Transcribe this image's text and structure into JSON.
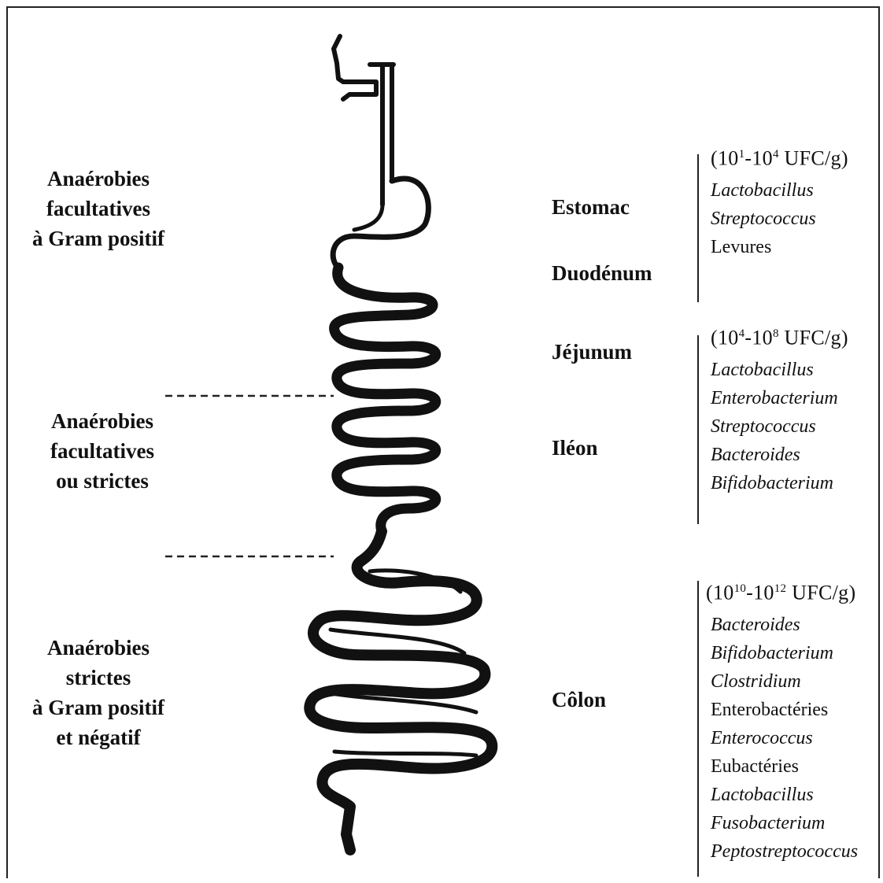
{
  "zones": [
    {
      "lines": [
        "Anaérobies",
        "facultatives",
        "à Gram positif"
      ]
    },
    {
      "lines": [
        "Anaérobies",
        "facultatives",
        "ou strictes"
      ]
    },
    {
      "lines": [
        "Anaérobies",
        "strictes",
        "à Gram positif",
        "et négatif"
      ]
    }
  ],
  "organs": {
    "estomac": "Estomac",
    "duodenum": "Duodénum",
    "jejunum": "Jéjunum",
    "ileon": "Iléon",
    "colon": "Côlon"
  },
  "flora": [
    {
      "count_open": "(10",
      "count_exp1": "1",
      "count_mid": "-10",
      "count_exp2": "4",
      "count_close": " UFC/g)",
      "species": [
        {
          "name": "Lactobacillus",
          "italic": true
        },
        {
          "name": "Streptococcus",
          "italic": true
        },
        {
          "name": "Levures",
          "italic": false
        }
      ]
    },
    {
      "count_open": "(10",
      "count_exp1": "4",
      "count_mid": "-10",
      "count_exp2": "8",
      "count_close": " UFC/g)",
      "species": [
        {
          "name": "Lactobacillus",
          "italic": true
        },
        {
          "name": "Enterobacterium",
          "italic": true
        },
        {
          "name": "Streptococcus",
          "italic": true
        },
        {
          "name": "Bacteroides",
          "italic": true
        },
        {
          "name": "Bifidobacterium",
          "italic": true
        }
      ]
    },
    {
      "count_open": "(10",
      "count_exp1": "10",
      "count_mid": "-10",
      "count_exp2": "12",
      "count_close": " UFC/g)",
      "species": [
        {
          "name": "Bacteroides",
          "italic": true
        },
        {
          "name": "Bifidobacterium",
          "italic": true
        },
        {
          "name": "Clostridium",
          "italic": true
        },
        {
          "name": "Enterobactéries",
          "italic": false
        },
        {
          "name": "Enterococcus",
          "italic": true
        },
        {
          "name": "Eubactéries",
          "italic": false
        },
        {
          "name": "Lactobacillus",
          "italic": true
        },
        {
          "name": "Fusobacterium",
          "italic": true
        },
        {
          "name": "Peptostreptococcus",
          "italic": true
        }
      ]
    }
  ]
}
